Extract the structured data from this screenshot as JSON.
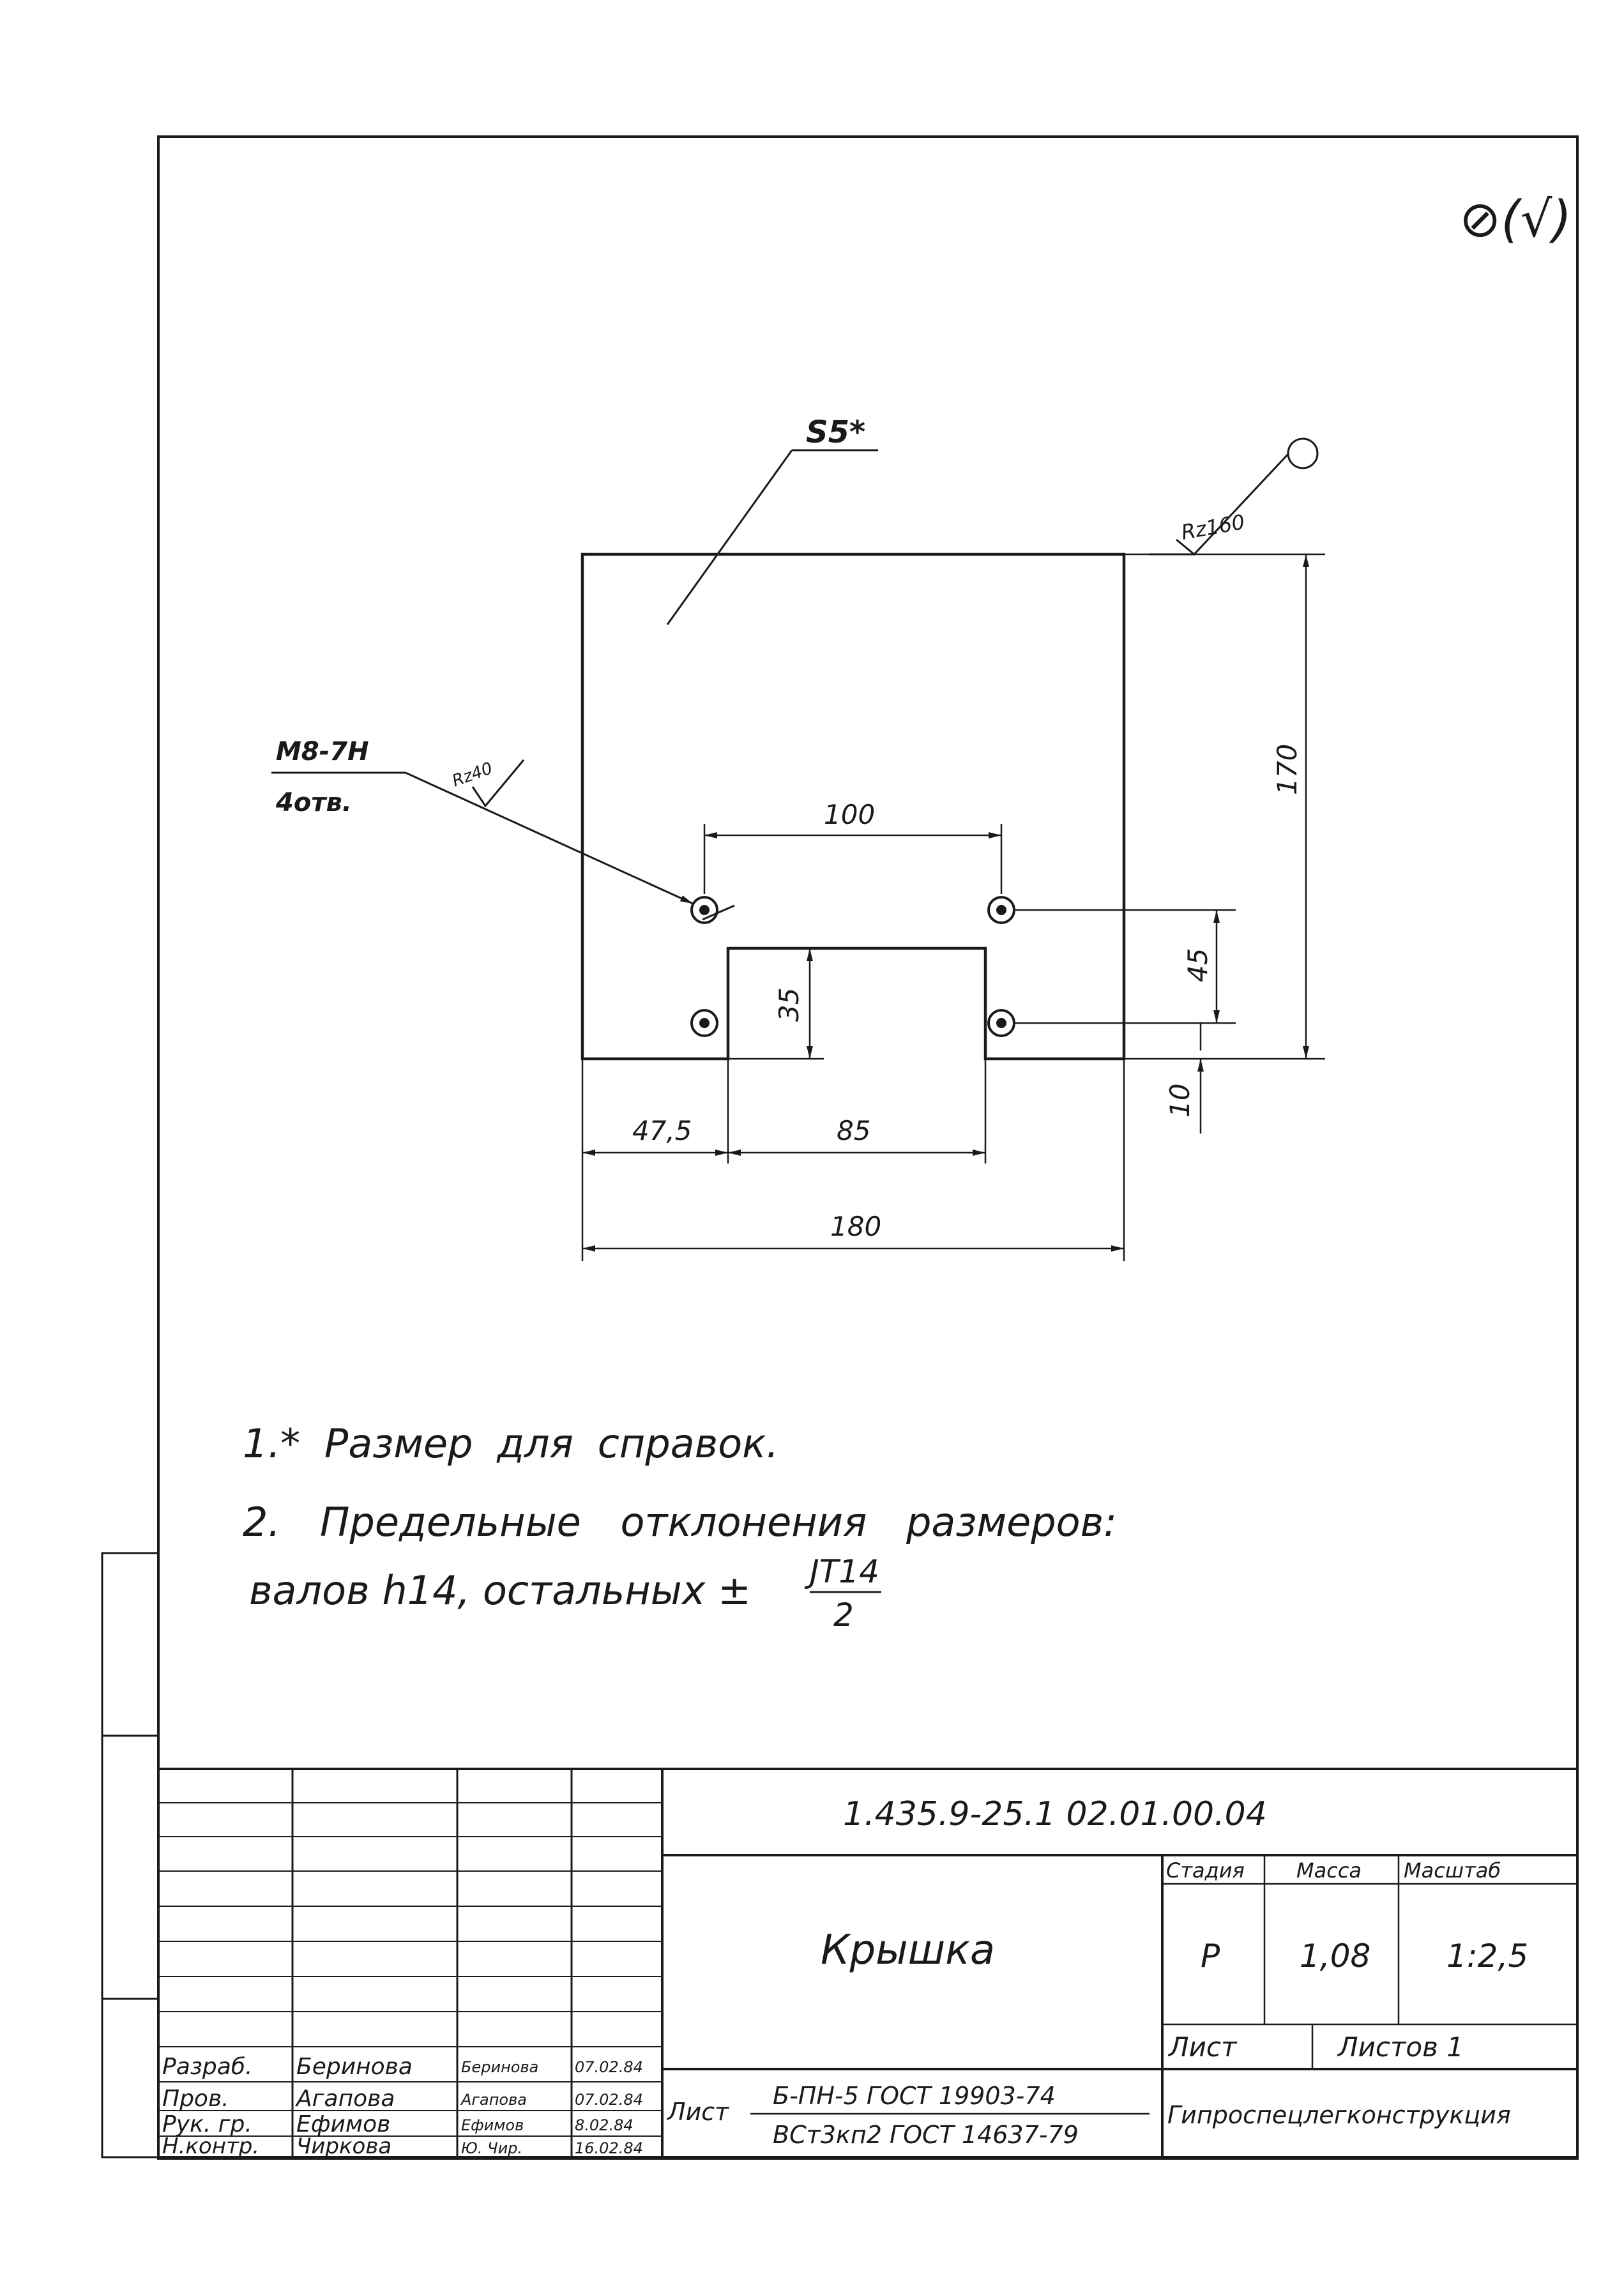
{
  "drawing": {
    "thickness_label": "S5*",
    "surface_finish_mark": "⊘(√)",
    "roughness_top_right": "Rz160",
    "roughness_hole": "Rz40",
    "hole_callout_thread": "M8-7H",
    "hole_callout_count": "4отв.",
    "dims": {
      "hole_spacing_x": "100",
      "height_total": "170",
      "hole_spacing_y": "45",
      "notch_depth": "35",
      "bottom_offset": "10",
      "left_offset": "47,5",
      "notch_width": "85",
      "width_total": "180"
    }
  },
  "notes": {
    "note1": "1.* Размер для справок.",
    "note2": "2. Предельные отклонения размеров:",
    "note3_prefix": "валов h14, остальных ±",
    "note3_fraction_num": "JT14",
    "note3_fraction_den": "2"
  },
  "title_block": {
    "document_code": "1.435.9-25.1 02.01.00.04",
    "part_name": "Крышка",
    "header_stage": "Стадия",
    "header_mass": "Масса",
    "header_scale": "Масштаб",
    "stage": "Р",
    "mass": "1,08",
    "scale": "1:2,5",
    "sheet_label": "Лист",
    "sheets_label": "Листов 1",
    "material_prefix": "Лист",
    "material_line1": "Б-ПН-5 ГОСТ 19903-74",
    "material_line2": "ВСт3кп2 ГОСТ 14637-79",
    "organization": "Гипроспецлегконструкция",
    "signatures": [
      {
        "role": "Разраб.",
        "name": "Беринова",
        "sign": "Беринова",
        "date": "07.02.84"
      },
      {
        "role": "Пров.",
        "name": "Агапова",
        "sign": "Агапова",
        "date": "07.02.84"
      },
      {
        "role": "Рук. гр.",
        "name": "Ефимов",
        "sign": "Ефимов",
        "date": "8.02.84"
      },
      {
        "role": "Н.контр.",
        "name": "Чиркова",
        "sign": "Ю. Чир.",
        "date": "16.02.84"
      }
    ]
  }
}
